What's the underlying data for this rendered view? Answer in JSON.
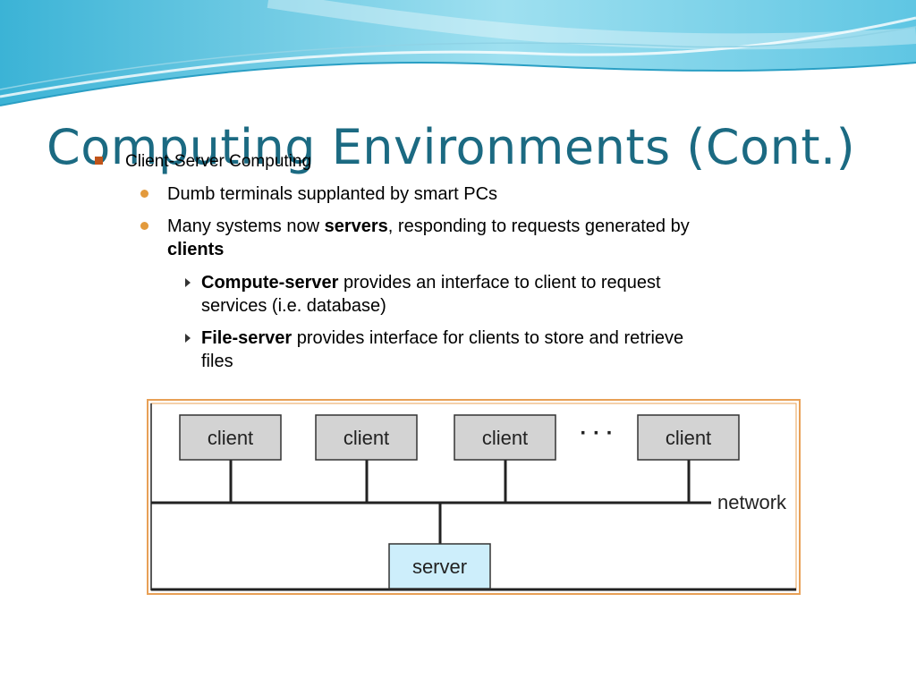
{
  "slide": {
    "title": "Computing Environments (Cont.)"
  },
  "bullets": {
    "l1": "Client-Server Computing",
    "l2a": "Dumb terminals supplanted by smart PCs",
    "l2b_pre": "Many systems now ",
    "l2b_bold": "servers",
    "l2b_post": ", responding to requests generated by",
    "l2b_bold2": "clients",
    "l3a_bold": "Compute-server",
    "l3a_line1": " provides an interface to client to request",
    "l3a_line2": "services (i.e. database)",
    "l3b_bold": "File-server",
    "l3b_line1": " provides interface for clients to store and retrieve",
    "l3b_line2": "files"
  },
  "diagram": {
    "clients": [
      "client",
      "client",
      "client",
      "client"
    ],
    "ellipsis": "· · ·",
    "network_label": "network",
    "server_label": "server",
    "colors": {
      "frame": "#e8a056",
      "client_fill": "#d3d3d3",
      "server_fill": "#cdeefb",
      "line": "#222222"
    }
  },
  "theme": {
    "title_color": "#1b6a82",
    "wave_light": "#bfe9f3",
    "wave_mid": "#7ad2ea",
    "wave_dark": "#3bb3d6"
  }
}
